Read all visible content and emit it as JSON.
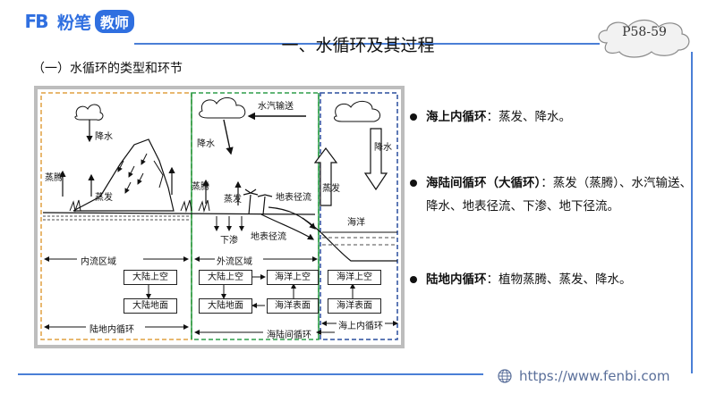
{
  "header": {
    "logo_mark": "FB",
    "logo_text": "粉笔",
    "logo_badge": "教师",
    "title": "一、水循环及其过程",
    "subtitle": "（一）水循环的类型和环节",
    "page_label": "P58-59"
  },
  "diagram": {
    "labels": {
      "jiangshui_left": "降水",
      "zhengteng_left": "蒸腾",
      "zhengfa_left": "蒸发",
      "shuiqi": "水汽输送",
      "jiangshui_mid": "降水",
      "zhengteng_mid": "蒸腾",
      "zhengfa_mid": "蒸发",
      "dibiao_1": "地表径流",
      "xiashen": "下渗",
      "dibiao_2": "地表径流",
      "zhengfa_right": "蒸发",
      "jiangshui_right": "降水",
      "haiyang": "海洋",
      "neiliu": "内流区域",
      "wailiu": "外流区域",
      "ludi_cycle": "陆地内循环",
      "haulu_cycle": "海陆间循环",
      "haishang_cycle": "海上内循环"
    },
    "boxes": {
      "dalu_shangkong_1": "大陆上空",
      "dalu_dimian_1": "大陆地面",
      "dalu_shangkong_2": "大陆上空",
      "dalu_dimian_2": "大陆地面",
      "haiyang_shangkong_2": "海洋上空",
      "haiyang_biaomian_2": "海洋表面",
      "haiyang_shangkong_3": "海洋上空",
      "haiyang_biaomian_3": "海洋表面"
    }
  },
  "bullets": [
    {
      "term": "海上内循环",
      "desc": "：蒸发、降水。"
    },
    {
      "term": "海陆间循环（大循环）",
      "desc": "：蒸发（蒸腾）、水汽输送、降水、地表径流、下渗、地下径流。"
    },
    {
      "term": "陆地内循环",
      "desc": "：植物蒸腾、蒸发、降水。"
    }
  ],
  "footer": {
    "url": "https://www.fenbi.com"
  },
  "colors": {
    "brand": "#2f6fe0",
    "frame": "#4a7fd6",
    "zone_orange": "#e0a040",
    "zone_green": "#2e9e4a",
    "zone_blue": "#2a4f9e"
  }
}
